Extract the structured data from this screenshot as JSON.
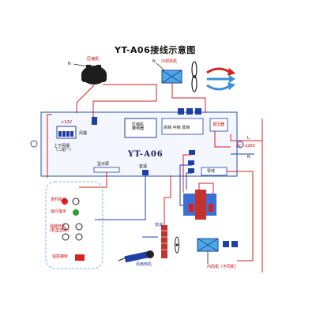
{
  "diagram": {
    "title": "YT-A06接线示意图",
    "board_model": "YT-A06",
    "labels": {
      "compressor": "压缩机",
      "condenser_fan": "冷却风机",
      "voltage_12v": "+12V",
      "fan_wind": "风摆",
      "swing_motor": "上下风摆\n（二组一）",
      "compressor_relay": "压缩机\n继电器",
      "board_terminals": "高档 中档 低档",
      "transformer_label": "变压器",
      "ac_input": "AC~220V",
      "zero_line": "零线",
      "live_L": "L",
      "neutral_N": "N",
      "display_port": "显示屏",
      "indoor_temp": "室温",
      "probe": "管温",
      "panel_timer": "定时指示",
      "panel_run": "运行指示",
      "panel_switch": "强档开关\n(机型选择)",
      "panel_remote": "遥控接收",
      "fan_motor": "风扇电机",
      "indoor_fan": "内风机（不同机）"
    },
    "colors": {
      "board_outline": "#2a4fb0",
      "wire_red": "#d9201c",
      "wire_blue": "#1e3fa8",
      "wire_black": "#222222",
      "board_fill": "#f4f7ff",
      "component_blue": "#1e5fcf",
      "heater_red": "#c3322c",
      "transformer_fill": "#3b6fd6",
      "panel_dash": "#7fb0ee",
      "led_red": "#e02020",
      "led_green": "#2aa02a"
    },
    "icons": [
      "compressor-icon",
      "fan-icon",
      "heat-arrows-icon",
      "transformer-icon",
      "motor-icon",
      "capacitor-icon",
      "led-icon"
    ]
  }
}
